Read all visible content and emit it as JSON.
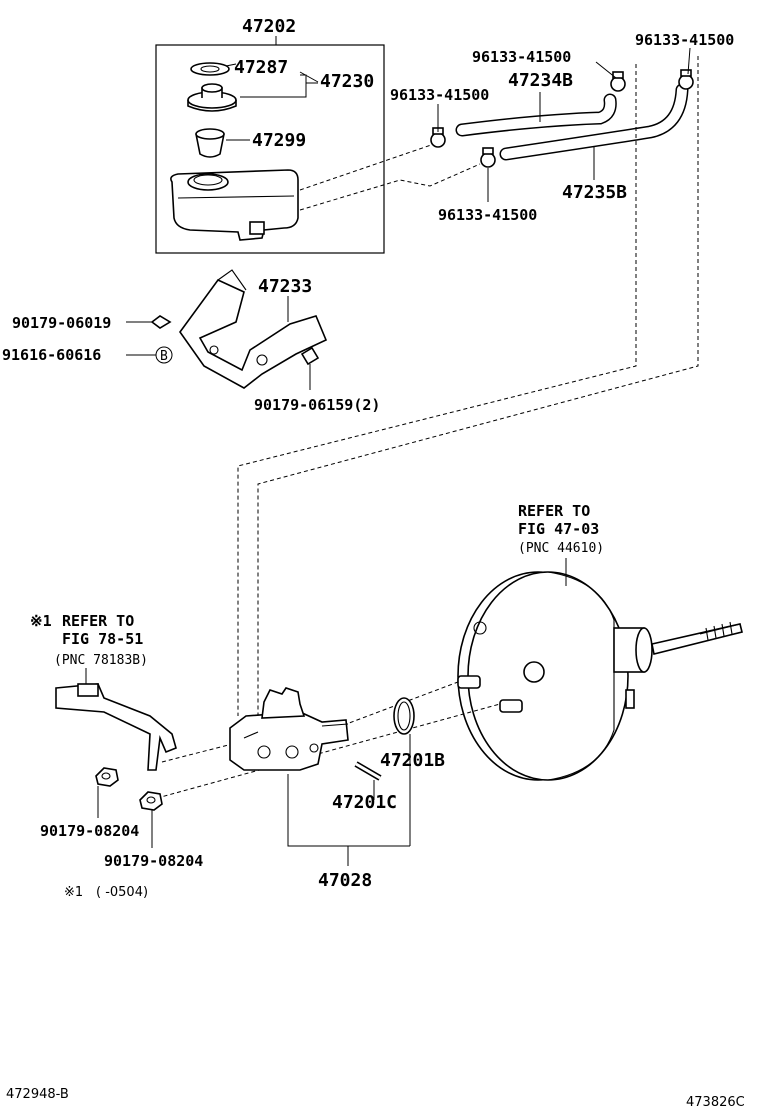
{
  "labels": {
    "reservoir_assy": "47202",
    "cap_gasket": "47287",
    "cap_assy": "47230",
    "strainer": "47299",
    "clip_upper_left": "96133-41500",
    "clip_top_center": "96133-41500",
    "clip_top_right": "96133-41500",
    "clip_lower": "96133-41500",
    "hose_upper": "47234B",
    "hose_lower": "47235B",
    "bracket": "47233",
    "bolt_bracket": "90179-06019",
    "grommet": "91616-60616",
    "bolt_bracket_b": "90179-06159(2)",
    "grommet_marker": "B",
    "booster_ref_1": "REFER TO",
    "booster_ref_2": "FIG 47-03",
    "booster_ref_3": "(PNC 44610)",
    "bracket_ref_mark": "※1",
    "bracket_ref_1": "REFER TO",
    "bracket_ref_2": "FIG 78-51",
    "bracket_ref_3": "(PNC 78183B)",
    "oring": "47201B",
    "pin": "47201C",
    "master_cylinder": "47028",
    "nut_1": "90179-08204",
    "nut_2": "90179-08204",
    "footnote_mark": "※1",
    "footnote_range": "(      -0504)",
    "footer_left": "472948-B",
    "footer_right": "473826C"
  }
}
